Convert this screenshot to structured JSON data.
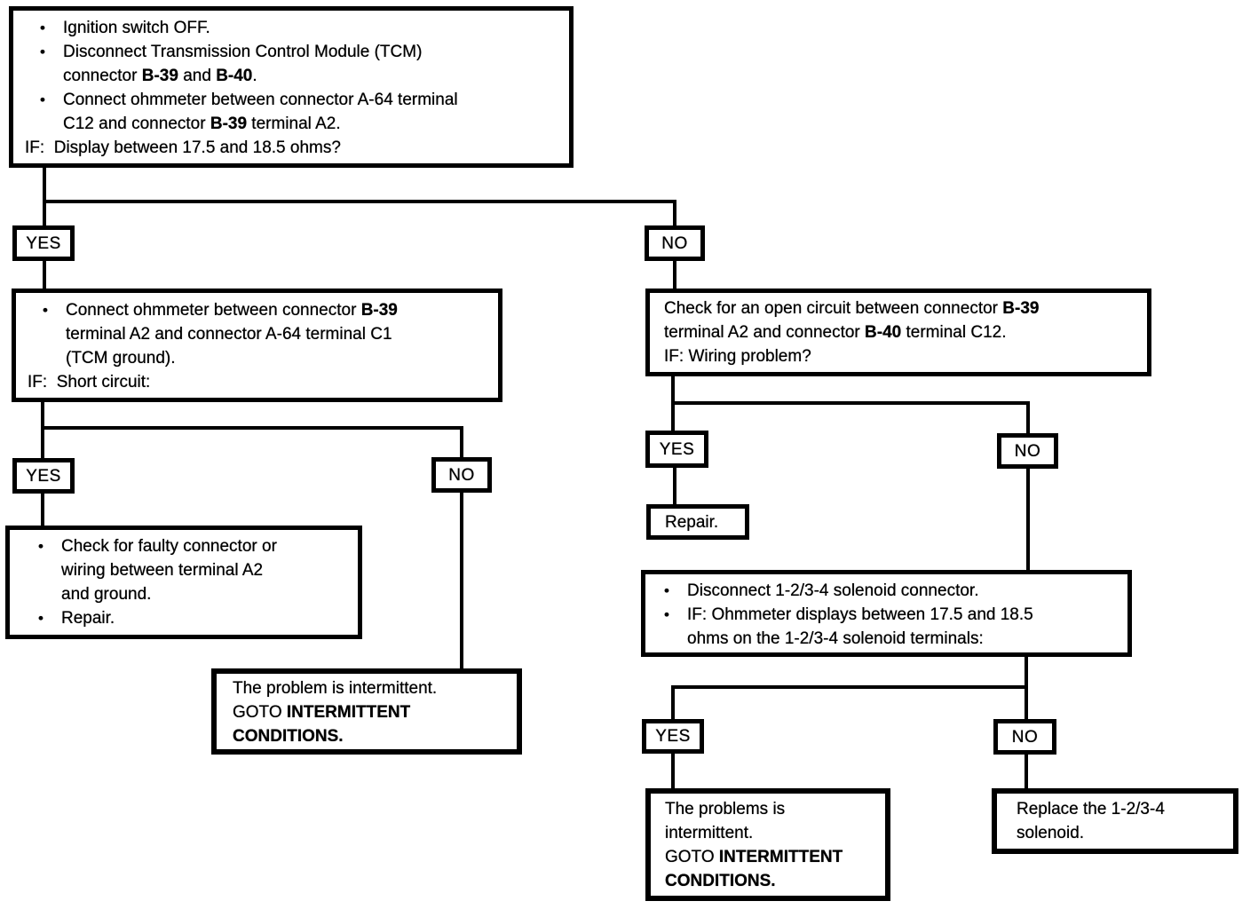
{
  "labels": {
    "yes": "YES",
    "no": "NO",
    "bullet": "•"
  },
  "colors": {
    "line": "#000000",
    "text": "#000000",
    "background": "#ffffff"
  },
  "nodes": {
    "start": {
      "r1": "Ignition switch OFF.",
      "r2": "Disconnect Transmission Control Module (TCM)",
      "r3a": "connector ",
      "r3b": "B-39",
      "r3c": " and ",
      "r3d": "B-40",
      "r3e": ".",
      "r4": "Connect ohmmeter between connector A-64 terminal",
      "r5a": "C12 and connector ",
      "r5b": "B-39",
      "r5c": " terminal A2.",
      "r6": "IF:  Display between 17.5 and 18.5 ohms?"
    },
    "short_test": {
      "r1a": "Connect ohmmeter between connector ",
      "r1b": "B-39",
      "r2": "terminal A2 and connector A-64 terminal C1",
      "r3": "(TCM ground).",
      "r4": "IF:  Short circuit:"
    },
    "faulty": {
      "r1": "Check for faulty connector or",
      "r2": "wiring between terminal A2",
      "r3": "and ground.",
      "r4": "Repair."
    },
    "intermittent_left": {
      "r1": "The problem is intermittent.",
      "r2a": "GOTO ",
      "r2b": "INTERMITTENT",
      "r3": "CONDITIONS."
    },
    "open_check": {
      "r1a": "Check for an open circuit between connector ",
      "r1b": "B-39",
      "r2a": "terminal A2 and connector ",
      "r2b": "B-40",
      "r2c": " terminal C12.",
      "r3": "IF: Wiring problem?"
    },
    "repair": {
      "r1": "Repair."
    },
    "solenoid_test": {
      "r1": "Disconnect 1-2/3-4 solenoid connector.",
      "r2": "IF: Ohmmeter displays between 17.5 and 18.5",
      "r3": "ohms on the 1-2/3-4 solenoid terminals:"
    },
    "intermittent_right": {
      "r1": "The problems is",
      "r2": "intermittent.",
      "r3a": "GOTO ",
      "r3b": "INTERMITTENT",
      "r4": "CONDITIONS."
    },
    "replace": {
      "r1": "Replace the 1-2/3-4",
      "r2": "solenoid."
    }
  }
}
